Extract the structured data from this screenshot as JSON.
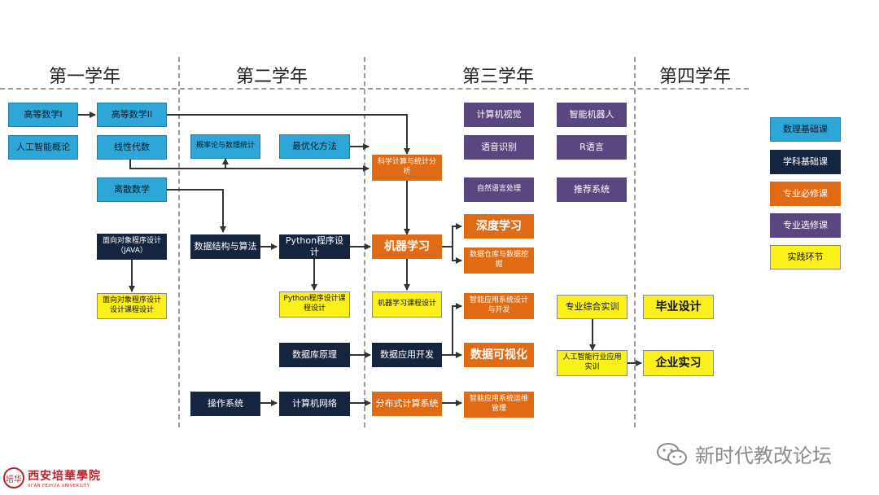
{
  "years": [
    "第一学年",
    "第二学年",
    "第三学年",
    "第四学年"
  ],
  "colors": {
    "base": "#2ea7d8",
    "subject": "#15253f",
    "required": "#e06b14",
    "elective": "#5a4680",
    "practice": "#fbf01a"
  },
  "courses": {
    "gdsx1": "高等数学I",
    "gdsx2": "高等数学II",
    "rgzngl": "人工智能概论",
    "xxds": "线性代数",
    "lssx": "离散数学",
    "dxcx_java": "面向对象程序设计（JAVA）",
    "dxcx_kcsj": "面向对象程序设计设计课程设计",
    "glltj": "概率论与数理统计",
    "yhff": "最优化方法",
    "sjjg": "数据结构与算法",
    "python": "Python程序设计",
    "python_kcsj": "Python程序设计课程设计",
    "sjkyl": "数据库原理",
    "czxt": "操作系统",
    "jsjwl": "计算机网络",
    "kxjs": "科学计算与统计分析",
    "jqxx": "机器学习",
    "jqxx_kcsj": "机器学习课程设计",
    "sjyykf": "数据应用开发",
    "fbsjs": "分布式计算系统",
    "jsjsj": "计算机视觉",
    "yysb": "语音识别",
    "zrycl": "自然语言处理",
    "sdxx": "深度学习",
    "sjck": "数据仓库与数据挖掘",
    "znyy_kf": "智能应用系统设计与开发",
    "sjksh": "数据可视化",
    "znyy_yw": "智能应用系统运维管理",
    "znjqr": "智能机器人",
    "ryy": "R语言",
    "tjxt": "推荐系统",
    "zyzhsx": "专业综合实训",
    "rgzn_yysx": "人工智能行业应用实训",
    "bysj": "毕业设计",
    "qysx": "企业实习"
  },
  "legend": [
    "数理基础课",
    "学科基础课",
    "专业必修课",
    "专业选修课",
    "实践环节"
  ],
  "logo": {
    "name": "西安培華學院",
    "sub": "XI'AN PEIHUA UNIVERSITY",
    "seal": "培华"
  },
  "watermark": "新时代教改论坛"
}
